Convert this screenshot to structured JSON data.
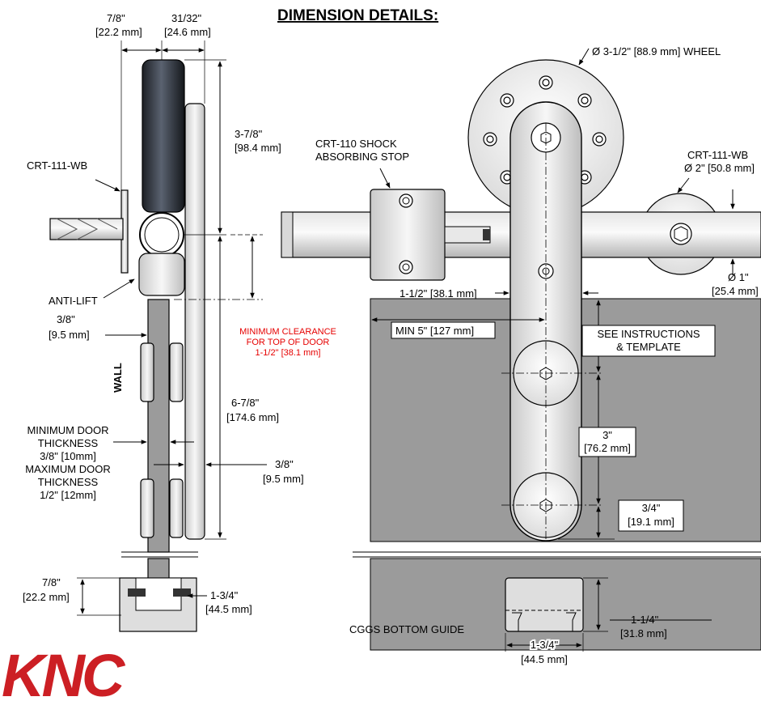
{
  "title": "DIMENSION DETAILS:",
  "logo_text": "KNC",
  "colors": {
    "clearance": "#e60000",
    "door": "#9b9b9b",
    "wheel": "#2b2f36",
    "logo": "#cc1f24"
  },
  "left_view": {
    "dim_top_a": [
      "7/8\"",
      "[22.2 mm]"
    ],
    "dim_top_b": [
      "31/32\"",
      "[24.6 mm]"
    ],
    "dim_wheel_height": [
      "3-7/8\"",
      "[98.4 mm]"
    ],
    "label_bracket": "CRT-111-WB",
    "label_antilift": "ANTI-LIFT",
    "dim_wall_gap": [
      "3/8\"",
      "[9.5 mm]"
    ],
    "label_wall": "WALL",
    "clearance_note": [
      "MINIMUM CLEARANCE",
      "FOR TOP OF DOOR",
      "1-1/2\" [38.1 mm]"
    ],
    "dim_strap_height": [
      "6-7/8\"",
      "[174.6 mm]"
    ],
    "door_thickness": [
      "MINIMUM DOOR",
      "THICKNESS",
      "3/8\" [10mm]",
      "MAXIMUM DOOR",
      "THICKNESS",
      "1/2\" [12mm]"
    ],
    "dim_strap_gap": [
      "3/8\"",
      "[9.5 mm]"
    ],
    "dim_guide_height": [
      "7/8\"",
      "[22.2 mm]"
    ],
    "dim_guide_width": [
      "1-3/4\"",
      "[44.5 mm]"
    ]
  },
  "right_view": {
    "wheel_label": "Ø 3-1/2\" [88.9 mm] WHEEL",
    "stop_label": [
      "CRT-110 SHOCK",
      "ABSORBING STOP"
    ],
    "bracket_label": [
      "CRT-111-WB",
      "Ø 2\" [50.8 mm]"
    ],
    "rail_dim": [
      "Ø 1\"",
      "[25.4 mm]"
    ],
    "strap_width": "1-1/2\" [38.1 mm]",
    "min_edge": "MIN 5\" [127 mm]",
    "instructions": [
      "SEE INSTRUCTIONS",
      "& TEMPLATE"
    ],
    "hole_spacing": [
      "3\"",
      "[76.2 mm]"
    ],
    "bottom_offset": [
      "3/4\"",
      "[19.1 mm]"
    ],
    "guide_label": "CGGS BOTTOM GUIDE",
    "guide_height": [
      "1-1/4\"",
      "[31.8 mm]"
    ],
    "guide_width": [
      "1-3/4\"",
      "[44.5 mm]"
    ]
  }
}
